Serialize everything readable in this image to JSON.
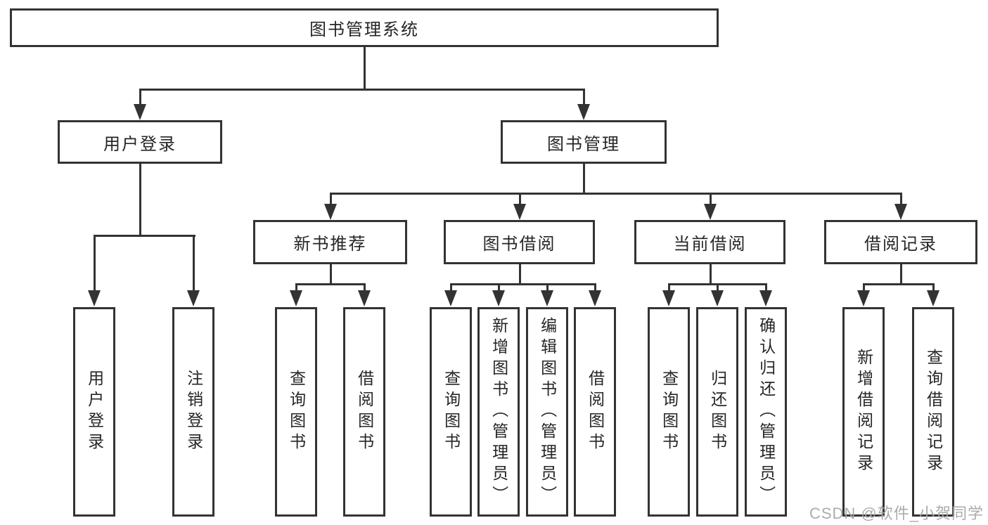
{
  "colors": {
    "line": "#333333",
    "box_border": "#333333",
    "box_fill": "#ffffff",
    "text": "#262626",
    "watermark": "#a7a7a7",
    "background": "#ffffff"
  },
  "watermark": "CSDN @软件_小贺同学",
  "tree": {
    "root": {
      "label": "图书管理系统"
    },
    "level2": [
      {
        "label": "用户登录",
        "parent": "图书管理系统"
      },
      {
        "label": "图书管理",
        "parent": "图书管理系统"
      }
    ],
    "level3": [
      {
        "label": "新书推荐",
        "parent": "图书管理"
      },
      {
        "label": "图书借阅",
        "parent": "图书管理"
      },
      {
        "label": "当前借阅",
        "parent": "图书管理"
      },
      {
        "label": "借阅记录",
        "parent": "图书管理"
      }
    ],
    "leaves": [
      {
        "label": "用户登录",
        "parent": "用户登录"
      },
      {
        "label": "注销登录",
        "parent": "用户登录"
      },
      {
        "label": "查询图书",
        "parent": "新书推荐"
      },
      {
        "label": "借阅图书",
        "parent": "新书推荐"
      },
      {
        "label": "查询图书",
        "parent": "图书借阅"
      },
      {
        "label": "新增图书（管理员）",
        "parent": "图书借阅"
      },
      {
        "label": "编辑图书（管理员）",
        "parent": "图书借阅"
      },
      {
        "label": "借阅图书",
        "parent": "图书借阅"
      },
      {
        "label": "查询图书",
        "parent": "当前借阅"
      },
      {
        "label": "归还图书",
        "parent": "当前借阅"
      },
      {
        "label": "确认归还（管理员）",
        "parent": "当前借阅"
      },
      {
        "label": "新增借阅记录",
        "parent": "借阅记录"
      },
      {
        "label": "查询借阅记录",
        "parent": "借阅记录"
      }
    ]
  }
}
